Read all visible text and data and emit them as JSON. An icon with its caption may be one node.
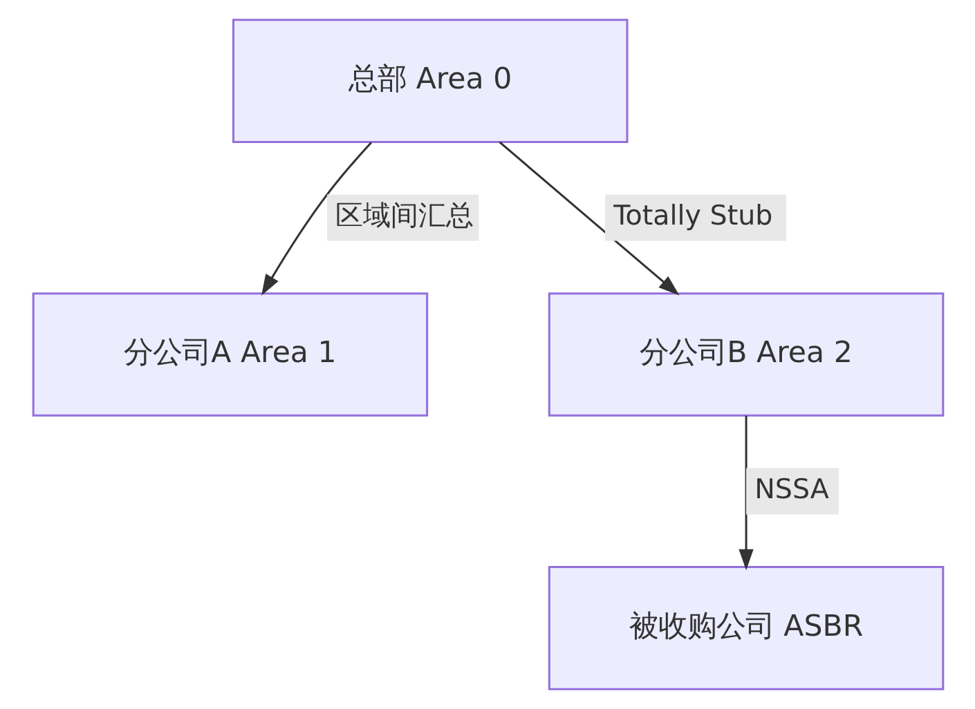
{
  "diagram": {
    "nodes": [
      {
        "text": [
          "总部 Area 0"
        ]
      },
      {
        "text": [
          "分公司A Area 1"
        ]
      },
      {
        "text": [
          "分公司B Area 2"
        ]
      },
      {
        "text": [
          "被收购公司 ASBR"
        ]
      }
    ],
    "edges": [
      {
        "from": 0,
        "to": 1,
        "arrow": "to",
        "label": "区域间汇总"
      },
      {
        "from": 0,
        "to": 2,
        "arrow": "to",
        "label": "Totally Stub"
      },
      {
        "from": 2,
        "to": 3,
        "arrow": "to",
        "label": "NSSA"
      }
    ]
  }
}
